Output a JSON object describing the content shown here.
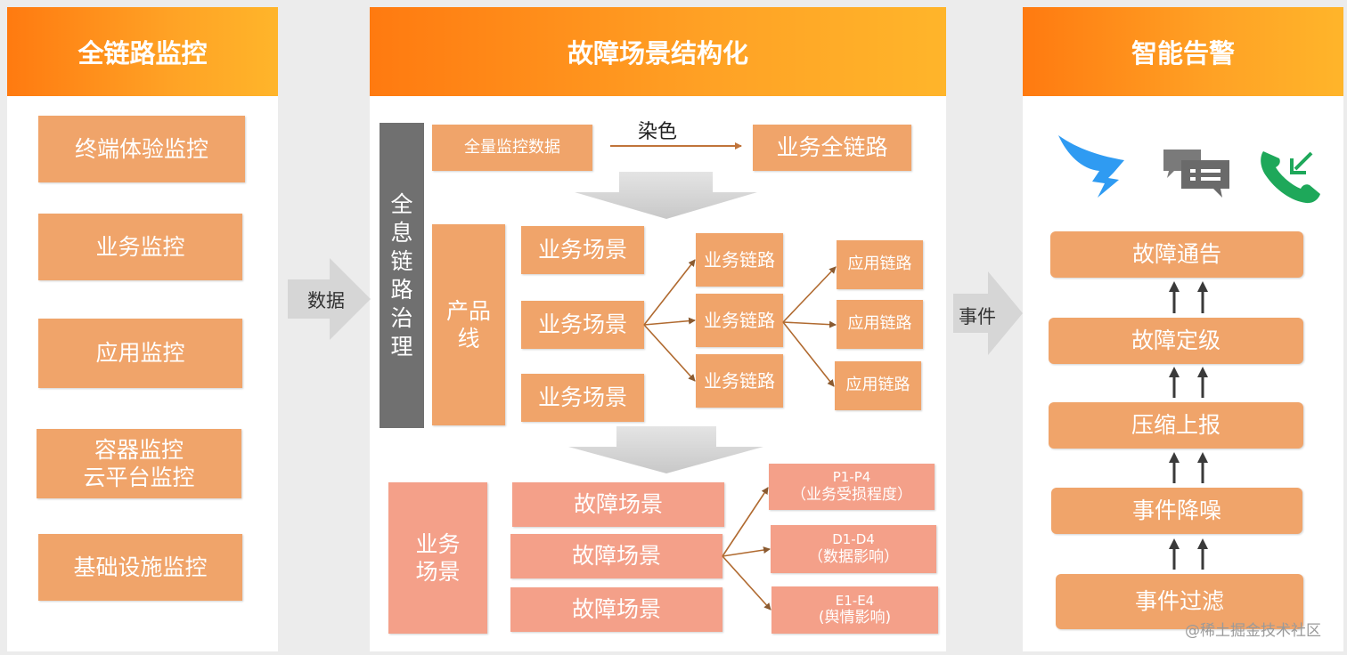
{
  "left_panel": {
    "title": "全链路监控",
    "items": [
      "终端体验监控",
      "业务监控",
      "应用监控",
      "容器监控\n云平台监控",
      "基础设施监控"
    ]
  },
  "arrow_data_label": "数据",
  "center_panel": {
    "title": "故障场景结构化",
    "governance": "全息链路治理",
    "full_data": "全量监控数据",
    "dye_label": "染色",
    "business_full_link": "业务全链路",
    "product_line": "产品线",
    "business_scenes": [
      "业务场景",
      "业务场景",
      "业务场景"
    ],
    "business_links": [
      "业务链路",
      "业务链路",
      "业务链路"
    ],
    "app_links": [
      "应用链路",
      "应用链路",
      "应用链路"
    ],
    "bottom_scene": "业务\n场景",
    "fault_scenes": [
      "故障场景",
      "故障场景",
      "故障场景"
    ],
    "levels": [
      {
        "code": "P1-P4",
        "desc": "（业务受损程度）"
      },
      {
        "code": "D1-D4",
        "desc": "（数据影响）"
      },
      {
        "code": "E1-E4",
        "desc": "(舆情影响)"
      }
    ]
  },
  "arrow_event_label": "事件",
  "right_panel": {
    "title": "智能告警",
    "icons": [
      "dingtalk-icon",
      "sms-icon",
      "phone-icon"
    ],
    "steps": [
      "故障通告",
      "故障定级",
      "压缩上报",
      "事件降噪",
      "事件过滤"
    ]
  },
  "watermark": "@稀土掘金技术社区",
  "colors": {
    "header_orange": "#ff8a17",
    "box_orange": "#f0a46a",
    "box_pink": "#f4a089",
    "bar_gray": "#707070",
    "dingtalk_blue": "#2f9bf2",
    "phone_green": "#1ea85a"
  }
}
